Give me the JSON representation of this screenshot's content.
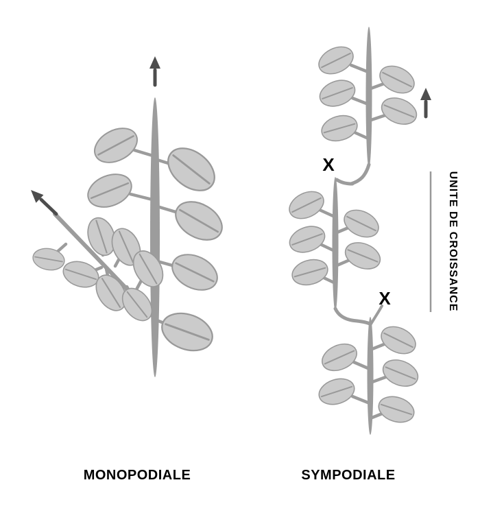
{
  "colors": {
    "background": "#ffffff",
    "leaf-fill": "#cbcbcb",
    "stem": "#9c9c9c",
    "outline": "#999999",
    "arrow": "#4d4d4d",
    "text": "#000000"
  },
  "monopodial": {
    "label": "MONOPODIALE",
    "icons": {
      "apex_arrow": "up-arrow-icon",
      "branch_arrow": "up-left-arrow-icon"
    }
  },
  "sympodial": {
    "label": "SYMPODIALE",
    "growth_unit_label": "UNITE DE CROISSANCE",
    "dead_apex_marks": [
      "X",
      "X"
    ],
    "icons": {
      "apex_arrow": "up-arrow-icon"
    }
  }
}
